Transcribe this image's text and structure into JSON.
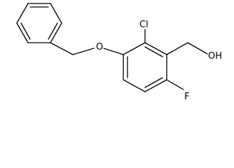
{
  "molecule": {
    "atoms": {
      "oxygen_ether": "O",
      "chlorine": "Cl",
      "hydroxyl": "OH",
      "fluorine": "F"
    }
  },
  "colors": {
    "bond": "#000000",
    "label": "#000000",
    "background": "#ffffff"
  }
}
